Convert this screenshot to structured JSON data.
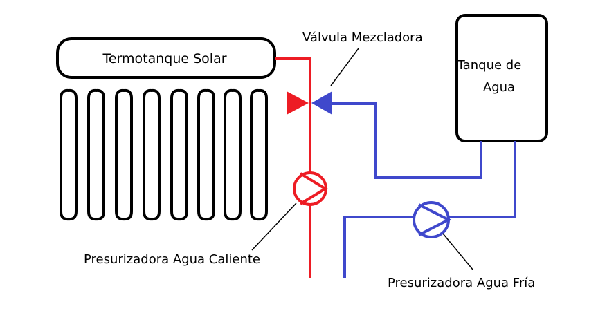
{
  "labels": {
    "solar_tank": "Termotanque Solar",
    "water_tank_line1": "Tanque de",
    "water_tank_line2": "Agua",
    "mixing_valve": "Válvula Mezcladora",
    "hot_pump": "Presurizadora Agua Caliente",
    "cold_pump": "Presurizadora Agua Fría"
  },
  "colors": {
    "hot": "#ed1c24",
    "cold": "#3f48cc",
    "outline": "#000000",
    "background": "#ffffff"
  }
}
